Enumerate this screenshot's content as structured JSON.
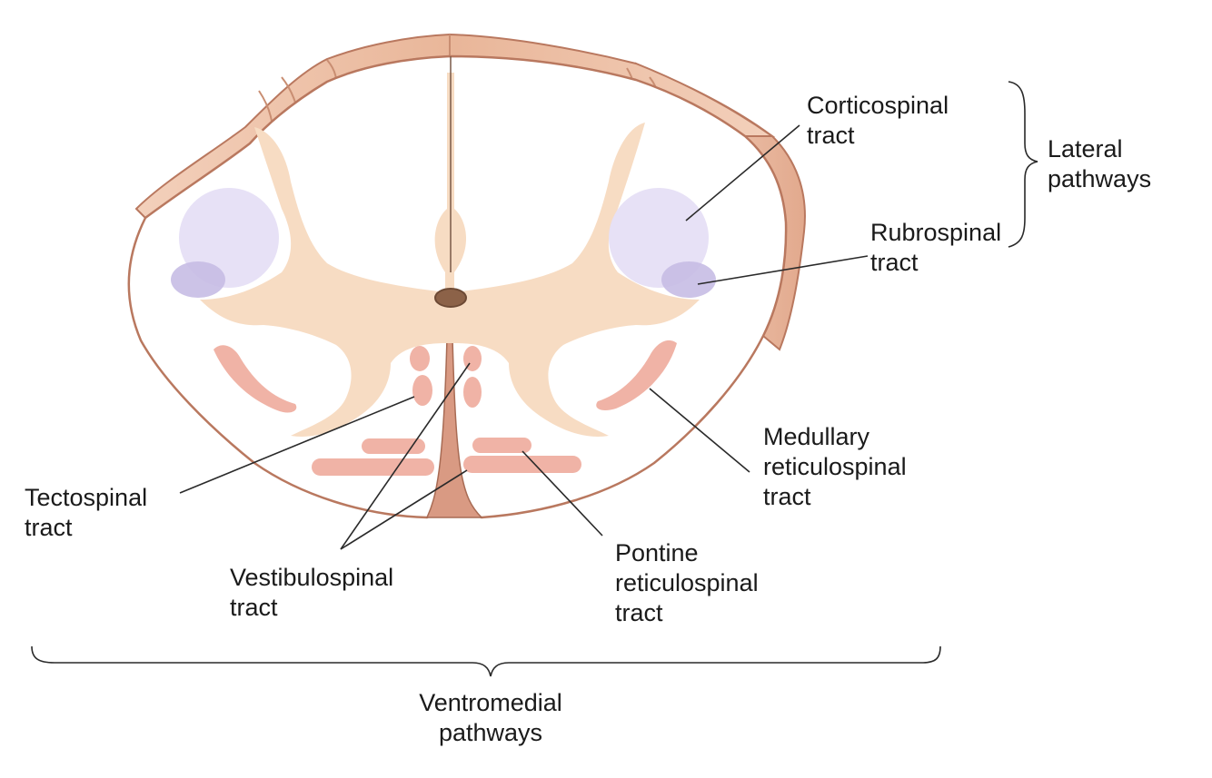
{
  "labels": {
    "corticospinal": [
      "Corticospinal",
      "tract"
    ],
    "rubrospinal": [
      "Rubrospinal",
      "tract"
    ],
    "lateral_pathways": [
      "Lateral",
      "pathways"
    ],
    "medullary": [
      "Medullary",
      "reticulospinal",
      "tract"
    ],
    "pontine": [
      "Pontine",
      "reticulospinal",
      "tract"
    ],
    "tectospinal": [
      "Tectospinal",
      "tract"
    ],
    "vestibulospinal": [
      "Vestibulospinal",
      "tract"
    ],
    "ventromedial_pathways": [
      "Ventromedial",
      "pathways"
    ]
  },
  "colors": {
    "gray_matter": "#f7dcc3",
    "white_matter": "#ffffff",
    "outline": "#b9785f",
    "surface_band": "#efc2a8",
    "lateral_tract": "#e3dcf3",
    "rubrospinal_tract": "#c7bde6",
    "ventromedial_tract": "#f0b3a6",
    "canal": "#8c6248",
    "leader_line": "#2a2a2a"
  }
}
